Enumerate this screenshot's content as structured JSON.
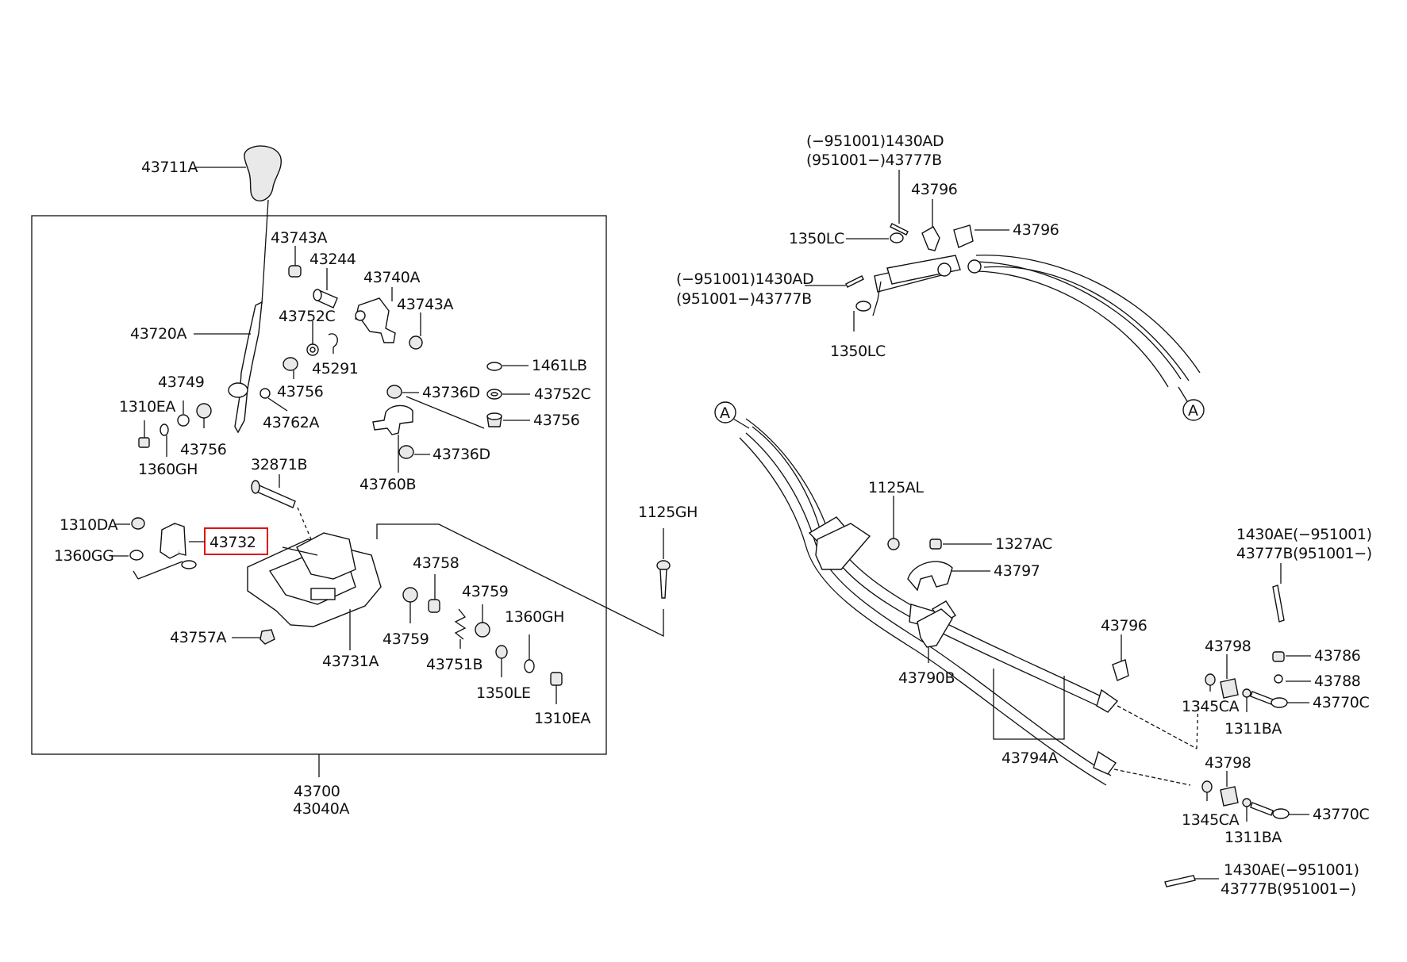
{
  "diagram": {
    "highlight_color": "#e01010",
    "line_color": "#111111",
    "labels": {
      "p43711A": "43711A",
      "p43743A_1": "43743A",
      "p43244": "43244",
      "p43740A": "43740A",
      "p43743A_2": "43743A",
      "p43752C_1": "43752C",
      "p43720A": "43720A",
      "p45291": "45291",
      "p43749": "43749",
      "p1310EA_1": "1310EA",
      "p43756_1": "43756",
      "p43762A": "43762A",
      "p43756_2": "43756",
      "p1360GH_1": "1360GH",
      "p1461LB": "1461LB",
      "p43736D_1": "43736D",
      "p43752C_2": "43752C",
      "p43756_3": "43756",
      "p43736D_2": "43736D",
      "p43760B": "43760B",
      "p32871B": "32871B",
      "p1310DA": "1310DA",
      "p43732": "43732",
      "p1360GG": "1360GG",
      "p43758": "43758",
      "p43759_1": "43759",
      "p1360GH_2": "1360GH",
      "p43757A": "43757A",
      "p43759_2": "43759",
      "p43751B": "43751B",
      "p43731A": "43731A",
      "p1350LE": "1350LE",
      "p1310EA_2": "1310EA",
      "p43700": "43700",
      "p43040A": "43040A",
      "p1125GH": "1125GH",
      "top_cotter_1a": "(−951001)1430AD",
      "top_cotter_1b": "(951001−)43777B",
      "p43796_1": "43796",
      "p43796_2": "43796",
      "p1350LC_1": "1350LC",
      "top_cotter_2a": "(−951001)1430AD",
      "top_cotter_2b": "(951001−)43777B",
      "p1350LC_2": "1350LC",
      "ref_A1": "A",
      "ref_A2": "A",
      "p1125AL": "1125AL",
      "p1327AC": "1327AC",
      "p43797": "43797",
      "p43790B": "43790B",
      "p43796_3": "43796",
      "p43794A": "43794A",
      "right_cotter_1a": "1430AE(−951001)",
      "right_cotter_1b": "43777B(951001−)",
      "p43798_1": "43798",
      "p43786": "43786",
      "p43788": "43788",
      "p1345CA_1": "1345CA",
      "p43770C_1": "43770C",
      "p1311BA_1": "1311BA",
      "p43798_2": "43798",
      "p1345CA_2": "1345CA",
      "p43770C_2": "43770C",
      "p1311BA_2": "1311BA",
      "bottom_cotter_a": "1430AE(−951001)",
      "bottom_cotter_b": "43777B(951001−)"
    }
  }
}
